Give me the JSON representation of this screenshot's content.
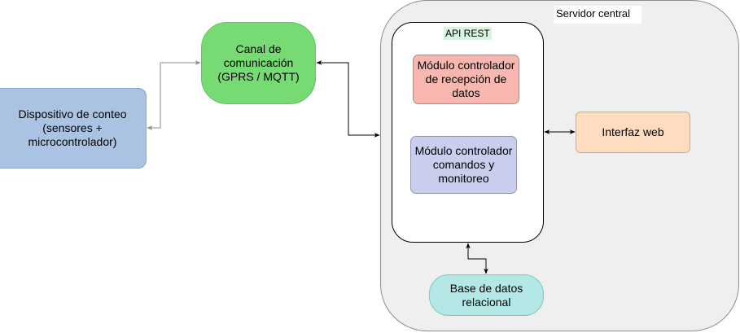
{
  "nodes": {
    "server_label": "Servidor central",
    "api_label": "API REST",
    "device": "Dispositivo de conteo\n(sensores +\nmicrocontrolador)",
    "channel": "Canal de\ncomunicación\n(GPRS / MQTT)",
    "reception": "Módulo controlador\nde recepción de\ndatos",
    "commands": "Módulo controlador\ncomandos y\nmonitoreo",
    "web": "Interfaz web",
    "db": "Base de datos\nrelacional"
  },
  "colors": {
    "device": "#abc3e2",
    "channel": "#77db73",
    "reception": "#f7b6b0",
    "commands": "#c8ceeb",
    "web": "#fddcc0",
    "db": "#b3e8e6",
    "server": "#efefef",
    "api_label_bg": "#d8f5e0"
  },
  "edges": [
    {
      "from": "device",
      "to": "channel",
      "bidirectional": true
    },
    {
      "from": "channel",
      "to": "api",
      "bidirectional": true
    },
    {
      "from": "api",
      "to": "web",
      "bidirectional": true
    },
    {
      "from": "api",
      "to": "db",
      "bidirectional": true
    }
  ]
}
